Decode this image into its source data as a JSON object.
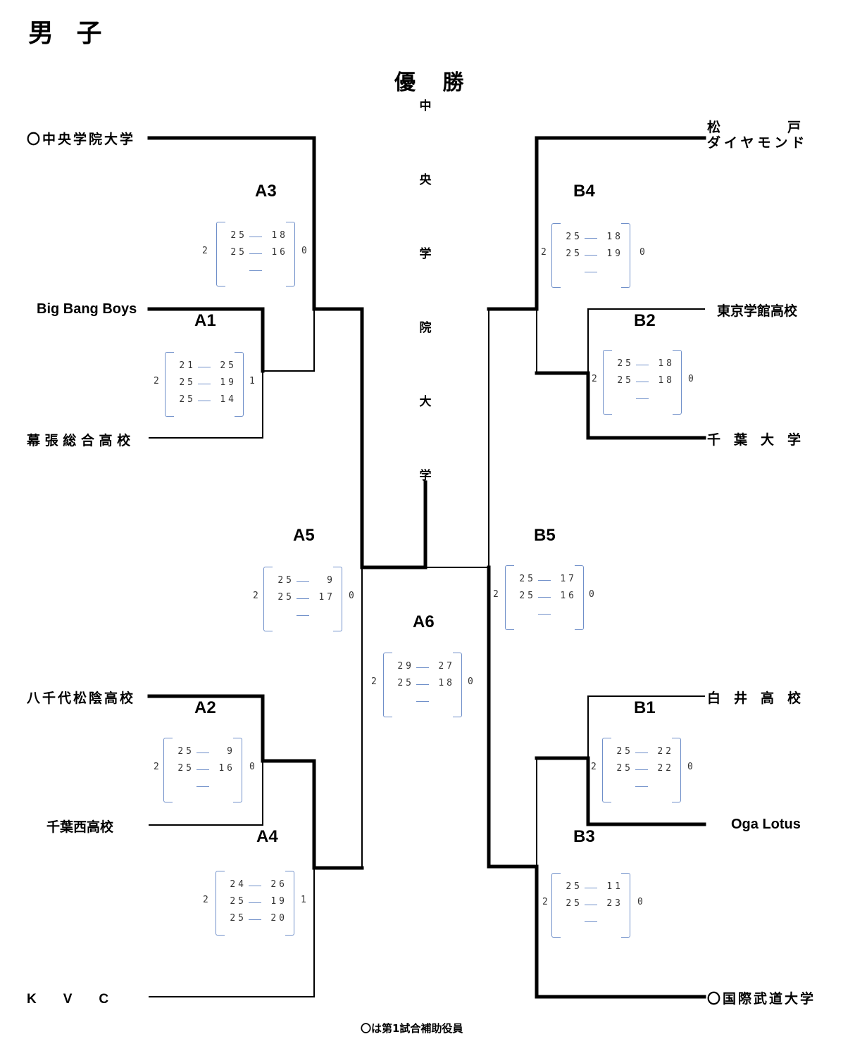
{
  "page_title": "男 子",
  "champion": {
    "title": "優 勝",
    "name_chars": [
      "中",
      "央",
      "学",
      "院",
      "大",
      "学"
    ]
  },
  "teams": {
    "left": [
      {
        "id": "L1",
        "name": "〇中央学院大学",
        "assist_referee": true
      },
      {
        "id": "L2",
        "name": "Big Bang Boys",
        "assist_referee": false
      },
      {
        "id": "L3",
        "name": "幕 張 総 合 高 校",
        "assist_referee": false
      },
      {
        "id": "L4",
        "name": "八千代松陰高校",
        "assist_referee": false
      },
      {
        "id": "L5",
        "name": "千葉西高校",
        "assist_referee": false
      },
      {
        "id": "L6",
        "name": "K　　V　　C",
        "assist_referee": false
      }
    ],
    "right": [
      {
        "id": "R1",
        "name_line1": "松　　　　　戸",
        "name_line2": "ダイヤモンド",
        "assist_referee": false
      },
      {
        "id": "R2",
        "name": "東京学館高校",
        "assist_referee": false
      },
      {
        "id": "R3",
        "name": "千　葉　大　学",
        "assist_referee": false
      },
      {
        "id": "R4",
        "name": "白　井　高　校",
        "assist_referee": false
      },
      {
        "id": "R5",
        "name": "Oga Lotus",
        "assist_referee": false
      },
      {
        "id": "R6",
        "name": "〇国際武道大学",
        "assist_referee": true
      }
    ]
  },
  "matches": [
    {
      "code": "A1",
      "left_sets": "2",
      "right_sets": "1",
      "sets": [
        [
          "21",
          "25"
        ],
        [
          "25",
          "19"
        ],
        [
          "25",
          "14"
        ]
      ]
    },
    {
      "code": "A2",
      "left_sets": "2",
      "right_sets": "0",
      "sets": [
        [
          "25",
          "9"
        ],
        [
          "25",
          "16"
        ],
        [
          "",
          ""
        ]
      ]
    },
    {
      "code": "A3",
      "left_sets": "2",
      "right_sets": "0",
      "sets": [
        [
          "25",
          "18"
        ],
        [
          "25",
          "16"
        ],
        [
          "",
          ""
        ]
      ]
    },
    {
      "code": "A4",
      "left_sets": "2",
      "right_sets": "1",
      "sets": [
        [
          "24",
          "26"
        ],
        [
          "25",
          "19"
        ],
        [
          "25",
          "20"
        ]
      ]
    },
    {
      "code": "A5",
      "left_sets": "2",
      "right_sets": "0",
      "sets": [
        [
          "25",
          "9"
        ],
        [
          "25",
          "17"
        ],
        [
          "",
          ""
        ]
      ]
    },
    {
      "code": "A6",
      "left_sets": "2",
      "right_sets": "0",
      "sets": [
        [
          "29",
          "27"
        ],
        [
          "25",
          "18"
        ],
        [
          "",
          ""
        ]
      ]
    },
    {
      "code": "B1",
      "left_sets": "2",
      "right_sets": "0",
      "sets": [
        [
          "25",
          "22"
        ],
        [
          "25",
          "22"
        ],
        [
          "",
          ""
        ]
      ]
    },
    {
      "code": "B2",
      "left_sets": "2",
      "right_sets": "0",
      "sets": [
        [
          "25",
          "18"
        ],
        [
          "25",
          "18"
        ],
        [
          "",
          ""
        ]
      ]
    },
    {
      "code": "B3",
      "left_sets": "2",
      "right_sets": "0",
      "sets": [
        [
          "25",
          "11"
        ],
        [
          "25",
          "23"
        ],
        [
          "",
          ""
        ]
      ]
    },
    {
      "code": "B4",
      "left_sets": "2",
      "right_sets": "0",
      "sets": [
        [
          "25",
          "18"
        ],
        [
          "25",
          "19"
        ],
        [
          "",
          ""
        ]
      ]
    },
    {
      "code": "B5",
      "left_sets": "2",
      "right_sets": "0",
      "sets": [
        [
          "25",
          "17"
        ],
        [
          "25",
          "16"
        ],
        [
          "",
          ""
        ]
      ]
    }
  ],
  "footnote": "〇は第1試合補助役員"
}
